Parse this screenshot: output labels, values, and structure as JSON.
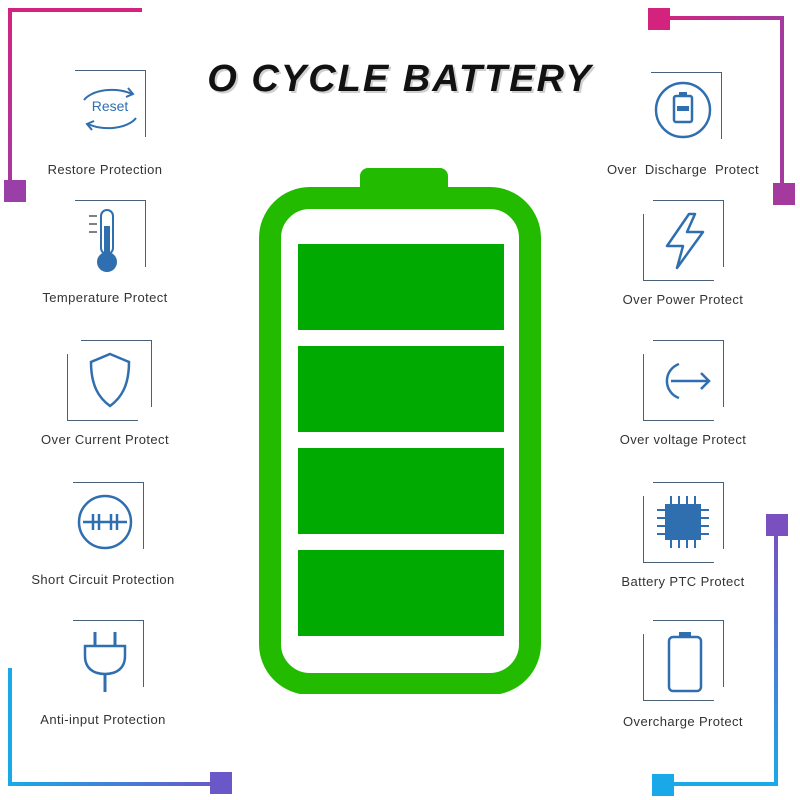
{
  "title": "O CYCLE BATTERY",
  "colors": {
    "battery_green": "#00aa00",
    "battery_outline": "#22bb00",
    "icon_blue": "#2f6fb0",
    "frame_pink": "#d4237f",
    "frame_purple": "#7a4fc0",
    "frame_cyan": "#1aa9e8"
  },
  "battery": {
    "level_bars": 4,
    "filled_bars": 4
  },
  "features_left": [
    {
      "label": "Restore Protection",
      "icon": "reset-icon",
      "icon_text": "Reset"
    },
    {
      "label": "Temperature Protect",
      "icon": "thermometer-icon"
    },
    {
      "label": "Over Current Protect",
      "icon": "shield-icon"
    },
    {
      "label": "Short Circuit Protection",
      "icon": "circuit-icon"
    },
    {
      "label": "Anti-input Protection",
      "icon": "plug-icon"
    }
  ],
  "features_right": [
    {
      "label": "Over  Discharge  Protect",
      "icon": "battery-small-icon"
    },
    {
      "label": "Over Power Protect",
      "icon": "lightning-icon"
    },
    {
      "label": "Over voltage Protect",
      "icon": "arrow-icon"
    },
    {
      "label": "Battery PTC Protect",
      "icon": "chip-icon"
    },
    {
      "label": "Overcharge Protect",
      "icon": "battery-outline-icon"
    }
  ]
}
